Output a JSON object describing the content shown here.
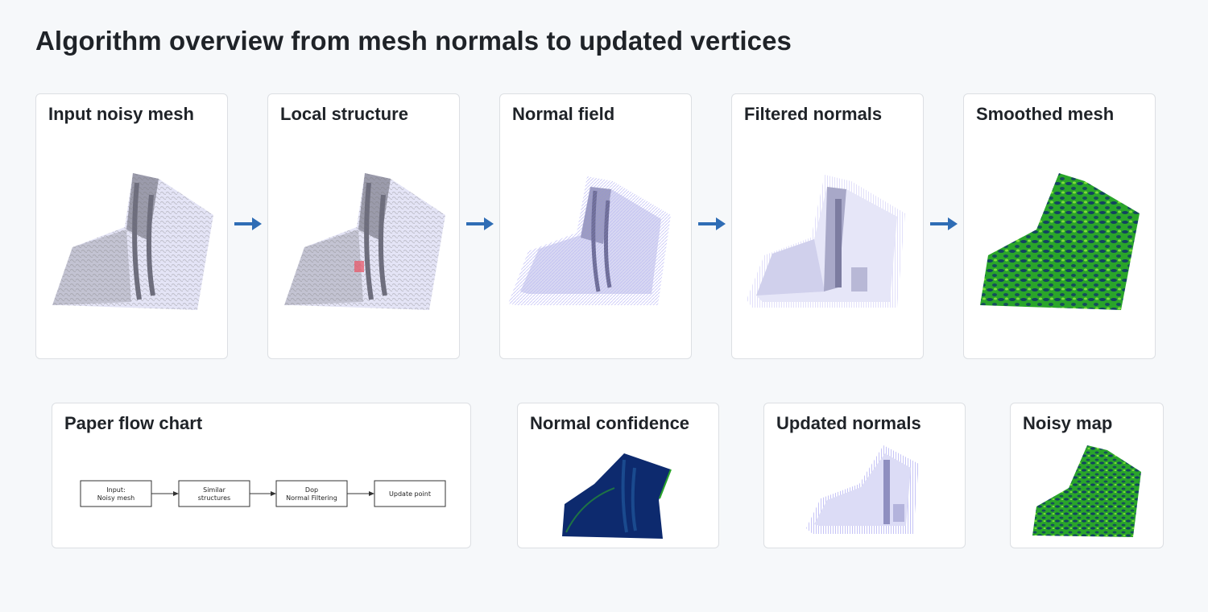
{
  "page": {
    "title": "Algorithm overview from mesh normals to updated vertices"
  },
  "pipeline": [
    {
      "title": "Input noisy mesh",
      "style": "noisy"
    },
    {
      "title": "Local structure",
      "style": "noisy-patch"
    },
    {
      "title": "Normal field",
      "style": "normals"
    },
    {
      "title": "Filtered normals",
      "style": "filtered"
    },
    {
      "title": "Smoothed mesh",
      "style": "colormap-green"
    }
  ],
  "bottom": {
    "flowchart": {
      "title": "Paper flow chart",
      "steps": [
        [
          "Input:",
          "Noisy mesh"
        ],
        [
          "Similar",
          "structures"
        ],
        [
          "Dop",
          "Normal Filtering"
        ],
        [
          "Update point"
        ]
      ]
    },
    "confidence": {
      "title": "Normal confidence"
    },
    "updated": {
      "title": "Updated normals"
    },
    "noisy_map": {
      "title": "Noisy map"
    }
  },
  "colors": {
    "arrow": "#2f6db5",
    "mesh_light": "#e4e4f6",
    "mesh_dark": "#8d8d9d",
    "normal_lines": "#8a86ee",
    "green": "#2aa52a",
    "navy": "#0d2a6e",
    "patch": "#e85a6a"
  }
}
